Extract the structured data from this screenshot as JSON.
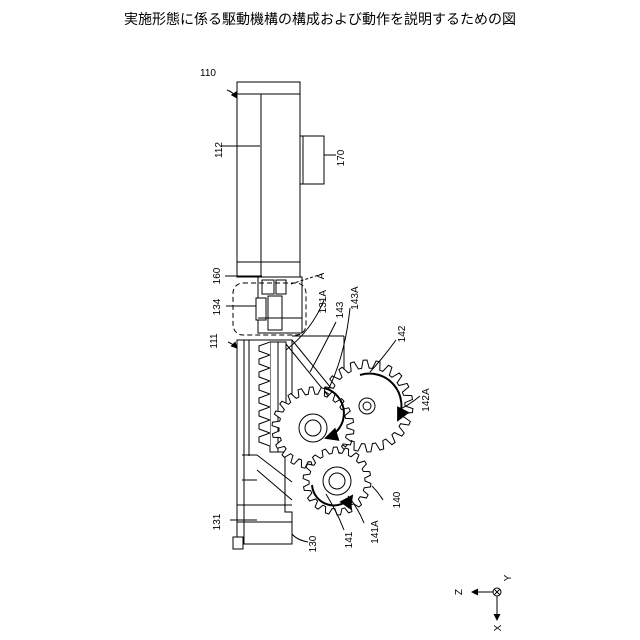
{
  "title": "実施形態に係る駆動機構の構成および動作を説明するための図",
  "labels": {
    "l110": "110",
    "l112": "112",
    "l170": "170",
    "l160": "160",
    "lA": "A",
    "l134": "134",
    "l131A": "131A",
    "l143": "143",
    "l143A": "143A",
    "l142": "142",
    "l111": "111",
    "l142A": "142A",
    "l140": "140",
    "l141A": "141A",
    "l141": "141",
    "l131": "131",
    "l130": "130"
  },
  "axes": {
    "z": "Z",
    "y": "Y",
    "x": "X"
  }
}
